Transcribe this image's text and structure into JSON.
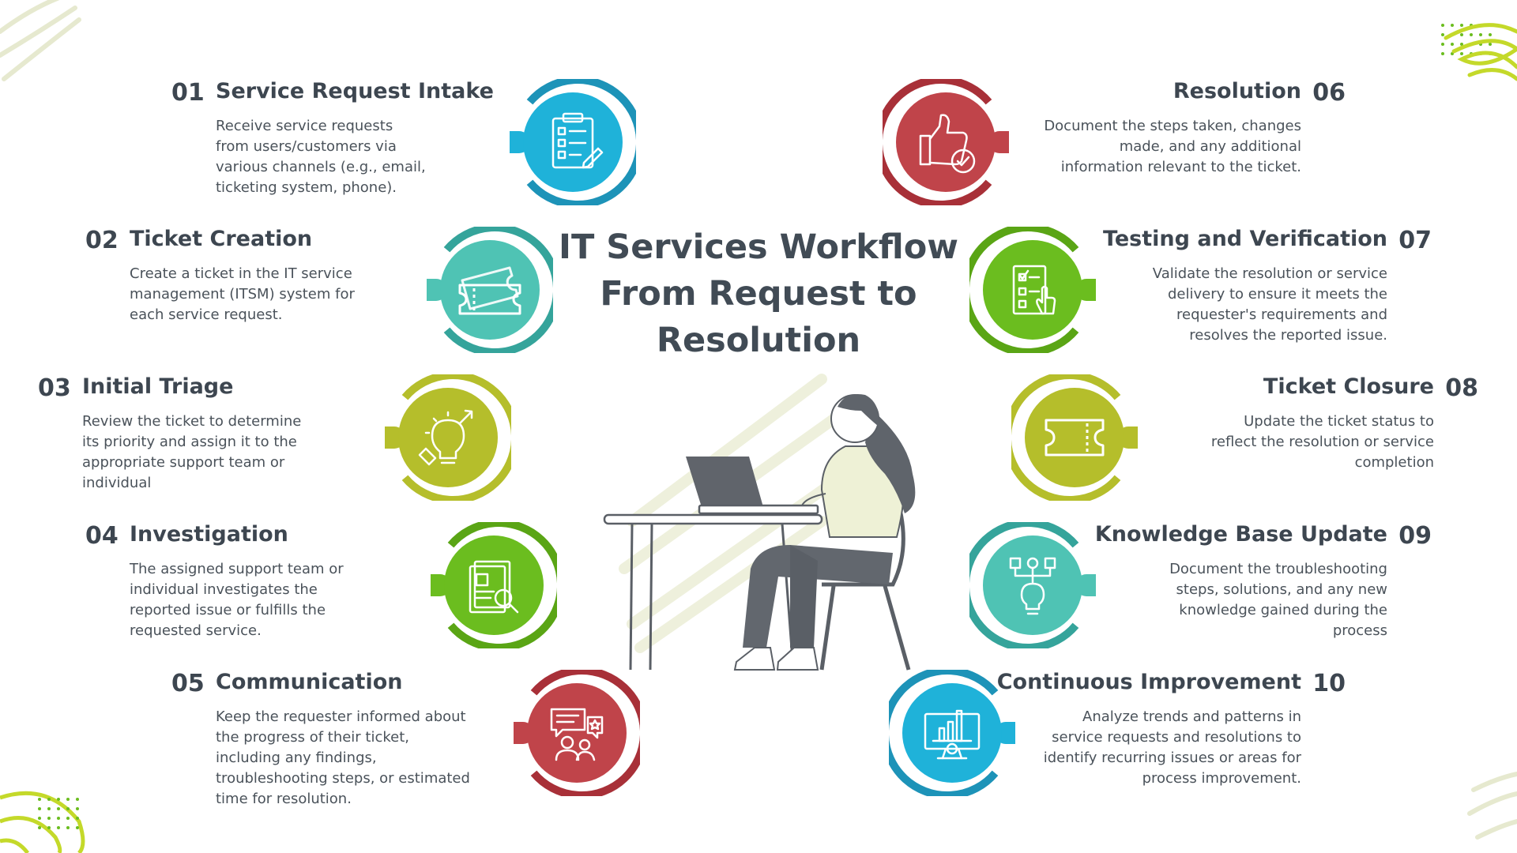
{
  "title": {
    "line1": "IT Services Workflow",
    "line2": "From Request to",
    "line3": "Resolution"
  },
  "steps": [
    {
      "num": "01",
      "title": "Service Request Intake",
      "desc": "Receive service requests from users/customers via various channels (e.g., email, ticketing system, phone).",
      "icon": "clipboard-checklist-icon",
      "color": "#1fb2d9",
      "ring": "#1d93b8"
    },
    {
      "num": "02",
      "title": "Ticket Creation",
      "desc": "Create a ticket in the IT service management (ITSM) system for each service request.",
      "icon": "ticket-icon",
      "color": "#4fc3b4",
      "ring": "#35a49b"
    },
    {
      "num": "03",
      "title": "Initial Triage",
      "desc": "Review the ticket to determine its priority and assign it to the appropriate support team or individual",
      "icon": "lightbulb-idea-icon",
      "color": "#b5be2b",
      "ring": "#b5be2b"
    },
    {
      "num": "04",
      "title": "Investigation",
      "desc": "The assigned support team or individual investigates the reported issue or fulfills the requested service.",
      "icon": "document-search-icon",
      "color": "#6bbd1f",
      "ring": "#5aa515"
    },
    {
      "num": "05",
      "title": "Communication",
      "desc": "Keep the requester informed about the progress of their ticket, including any findings, troubleshooting steps, or estimated time for resolution.",
      "icon": "chat-users-icon",
      "color": "#c0444a",
      "ring": "#a83038"
    },
    {
      "num": "06",
      "title": "Resolution",
      "desc": "Document the steps taken, changes made, and any additional information relevant to the ticket.",
      "icon": "thumbs-up-check-icon",
      "color": "#c0444a",
      "ring": "#a83038"
    },
    {
      "num": "07",
      "title": "Testing and Verification",
      "desc": "Validate the resolution or service delivery to ensure it meets the requester's requirements and resolves the reported issue.",
      "icon": "checklist-pointer-icon",
      "color": "#6bbd1f",
      "ring": "#5aa515"
    },
    {
      "num": "08",
      "title": "Ticket Closure",
      "desc": "Update the ticket status to reflect the resolution or service completion",
      "icon": "ticket-icon",
      "color": "#b5be2b",
      "ring": "#b5be2b"
    },
    {
      "num": "09",
      "title": "Knowledge Base Update",
      "desc": "Document the troubleshooting steps, solutions, and any new knowledge gained during the process",
      "icon": "lightbulb-network-icon",
      "color": "#4fc3b4",
      "ring": "#35a49b"
    },
    {
      "num": "10",
      "title": "Continuous Improvement",
      "desc": "Analyze trends and patterns in service requests and resolutions to identify recurring issues or areas for process improvement.",
      "icon": "monitor-chart-gear-icon",
      "color": "#1fb2d9",
      "ring": "#1d93b8"
    }
  ]
}
